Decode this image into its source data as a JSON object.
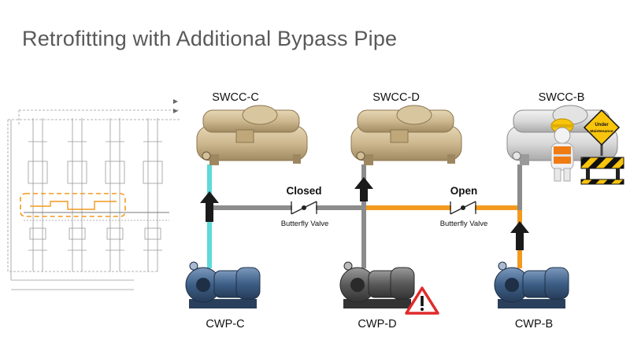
{
  "title": "Retrofitting with Additional Bypass Pipe",
  "chillers": {
    "c": "SWCC-C",
    "d": "SWCC-D",
    "b": "SWCC-B"
  },
  "pumps": {
    "c": "CWP-C",
    "d": "CWP-D",
    "b": "CWP-B"
  },
  "valves": {
    "left": {
      "state": "Closed",
      "name": "Butterfly Valve"
    },
    "right": {
      "state": "Open",
      "name": "Butterfly Valve"
    }
  },
  "sign": {
    "line1": "Under",
    "line2": "Maintenance"
  },
  "colors": {
    "title": "#595959",
    "pipe_idle": "#8c8c8c",
    "pipe_cyan": "#5ed9dc",
    "pipe_open": "#f39a1e",
    "arrow": "#1a1a1a",
    "chiller": "#cdb890",
    "pump": "#3e5f87",
    "pump_off": "#555555",
    "warning": "#e02b2b",
    "sign_yellow": "#f8c40c"
  },
  "icons": [
    "warning-triangle-icon",
    "arrow-up-icon",
    "butterfly-valve-icon",
    "worker-icon"
  ]
}
